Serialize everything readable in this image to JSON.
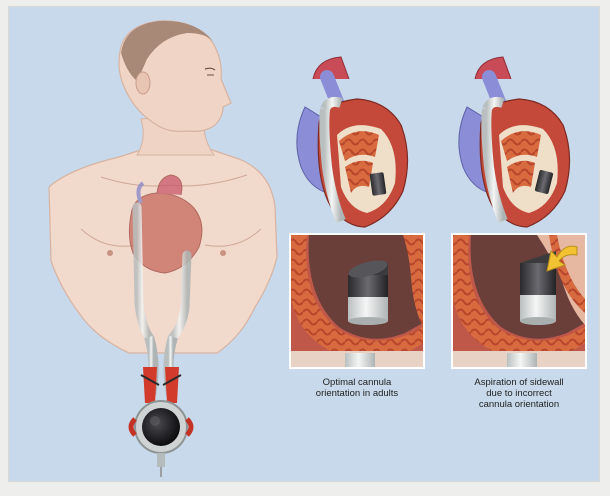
{
  "captions": {
    "optimal": [
      "Optimal cannula",
      "orientation in adults"
    ],
    "incorrect": [
      "Aspiration of sidewall",
      "due to incorrect",
      "cannula orientation"
    ]
  },
  "icons": {
    "patient": "patient-torso-icon",
    "heart": "heart-icon",
    "pump": "pump-icon",
    "arrow": "arrow-icon"
  },
  "colors": {
    "background": "#c7d9ea",
    "skin": "#f1d9cc",
    "myocardium": "#c4493a",
    "trabeculae": "#d9683f",
    "aorta": "#c94b57",
    "vena_cava": "#8b8dd6",
    "cannula_tip": "#3b3b3e",
    "arrow": "#f2c233"
  }
}
